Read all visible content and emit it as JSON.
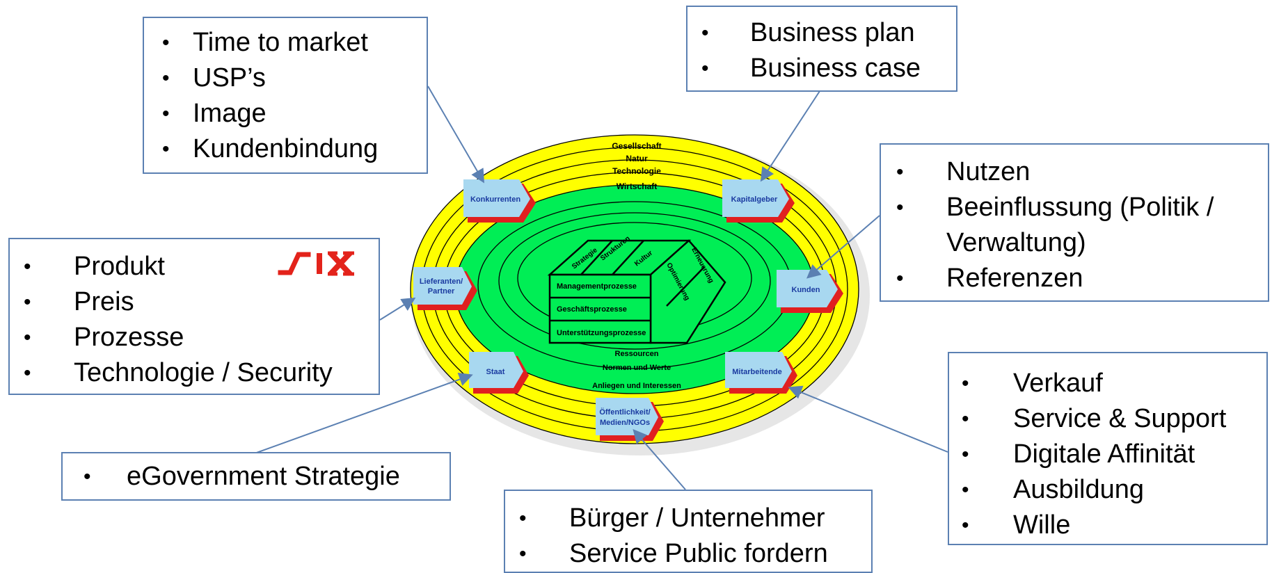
{
  "model": {
    "outer_rings": [
      "Gesellschaft",
      "Natur",
      "Technologie",
      "Wirtschaft"
    ],
    "inner_rings": [
      "Ressourcen",
      "Normen und Werte",
      "Anliegen und Interessen"
    ],
    "processes": [
      "Managementprozesse",
      "Geschäftsprozesse",
      "Unterstützungsprozesse"
    ],
    "top_faces": [
      "Strategie",
      "Strukturen",
      "Kultur"
    ],
    "side_faces": [
      "Optimierung",
      "Erneuerung"
    ],
    "stakeholders": {
      "konkurrenten": "Konkurrenten",
      "kapitalgeber": "Kapitalgeber",
      "lieferanten": [
        "Lieferanten/",
        "Partner"
      ],
      "kunden": "Kunden",
      "staat": "Staat",
      "mitarbeitende": "Mitarbeitende",
      "oeffentlichkeit": [
        "Öffentlichkeit/",
        "Medien/NGOs"
      ]
    }
  },
  "callouts": {
    "konkurrenten": [
      "Time to market",
      "USP’s",
      "Image",
      "Kundenbindung"
    ],
    "kapitalgeber": [
      "Business plan",
      "Business case"
    ],
    "kunden": [
      "Nutzen",
      "Beeinflussung (Politik /",
      "Verwaltung)",
      "Referenzen"
    ],
    "lieferanten": [
      "Produkt",
      "Preis",
      "Prozesse",
      "Technologie / Security"
    ],
    "mitarbeitende": [
      "Verkauf",
      "Service & Support",
      "Digitale Affinität",
      "Ausbildung",
      "Wille"
    ],
    "staat": [
      "eGovernment Strategie"
    ],
    "oeffentlichkeit": [
      "Bürger / Unternehmer",
      "Service Public fordern"
    ]
  },
  "logo_text": "SIX",
  "colors": {
    "yellow": "#ffff00",
    "green": "#00ee55",
    "stakeholder_box": "#a8d8f0",
    "stakeholder_text": "#1a3aa0",
    "red_accent": "#e02020",
    "callout_border": "#5b80b2",
    "logo_red": "#e3231b"
  }
}
